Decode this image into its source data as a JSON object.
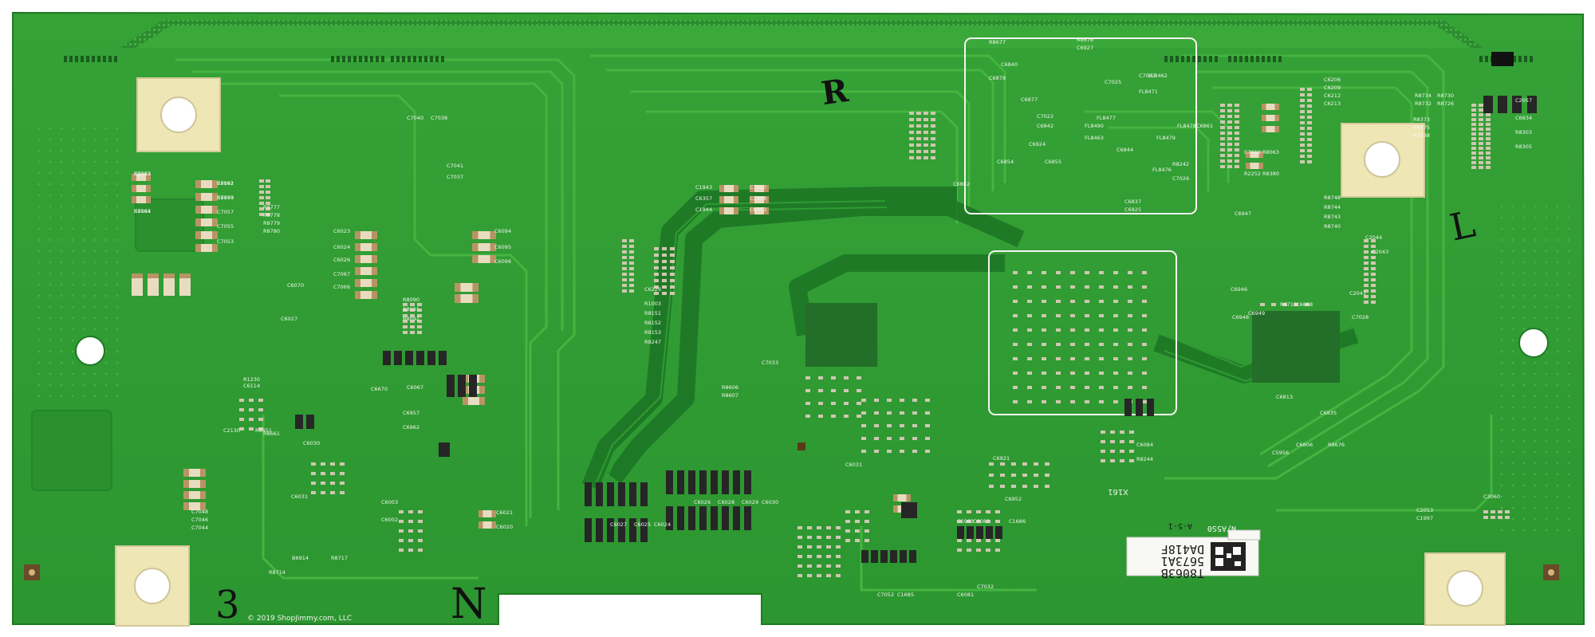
{
  "board": {
    "colors": {
      "pcb": "#2e9a31",
      "pcb_dark": "#1f7d25",
      "trace": "#3fb23c",
      "silkscreen": "#f2f5ee",
      "pad_gold": "#efe6b4",
      "smd_brown": "#b89464",
      "chip": "#262626"
    },
    "handwriting": {
      "top_mark": "R",
      "left_bottom_mark": "3",
      "bottom_mark": "N",
      "right_mark": "L"
    },
    "label": {
      "line1": "DA418F",
      "line2": "5673A1",
      "line3": "T8063B",
      "side": "N/A5S0",
      "tag": "A-5-1",
      "marker": "X161"
    },
    "copyright": "© 2019 ShopJimmy.com, LLC",
    "silk_labels": [
      {
        "id": "c7063",
        "text": "C7063"
      },
      {
        "id": "c7064",
        "text": "C7064"
      },
      {
        "id": "c7061",
        "text": "C7061"
      },
      {
        "id": "c7059",
        "text": "C7059"
      },
      {
        "id": "c7057",
        "text": "C7057"
      },
      {
        "id": "c7055",
        "text": "C7055"
      },
      {
        "id": "c7053",
        "text": "C7053"
      },
      {
        "id": "r8777",
        "text": "R8777"
      },
      {
        "id": "r8778",
        "text": "R8778"
      },
      {
        "id": "r8779",
        "text": "R8779"
      },
      {
        "id": "r8780",
        "text": "R8780"
      },
      {
        "id": "c7040",
        "text": "C7040"
      },
      {
        "id": "c7038",
        "text": "C7038"
      },
      {
        "id": "c7041",
        "text": "C7041"
      },
      {
        "id": "c7037",
        "text": "C7037"
      },
      {
        "id": "c6023",
        "text": "C6023"
      },
      {
        "id": "c6024",
        "text": "C6024"
      },
      {
        "id": "c6026",
        "text": "C6026"
      },
      {
        "id": "c7067",
        "text": "C7067"
      },
      {
        "id": "c7066",
        "text": "C7066"
      },
      {
        "id": "c6094",
        "text": "C6094"
      },
      {
        "id": "c6095",
        "text": "C6095"
      },
      {
        "id": "c6096",
        "text": "C6096"
      },
      {
        "id": "c6070",
        "text": "C6070"
      },
      {
        "id": "c6027",
        "text": "C6027"
      },
      {
        "id": "r8090",
        "text": "R8090"
      },
      {
        "id": "r8091",
        "text": "R8091"
      },
      {
        "id": "r8092",
        "text": "R8092"
      },
      {
        "id": "r1230",
        "text": "R1230"
      },
      {
        "id": "c6114",
        "text": "C6114"
      },
      {
        "id": "c2130",
        "text": "C2130"
      },
      {
        "id": "r8651",
        "text": "R8651"
      },
      {
        "id": "r8661",
        "text": "R8661"
      },
      {
        "id": "c6670",
        "text": "C6670"
      },
      {
        "id": "c6067",
        "text": "C6067"
      },
      {
        "id": "c6957",
        "text": "C6957"
      },
      {
        "id": "c6962",
        "text": "C6962"
      },
      {
        "id": "c6030",
        "text": "C6030"
      },
      {
        "id": "c6031",
        "text": "C6031"
      },
      {
        "id": "c6003",
        "text": "C6003"
      },
      {
        "id": "c6002",
        "text": "C6002"
      },
      {
        "id": "c6021",
        "text": "C6021"
      },
      {
        "id": "c6020",
        "text": "C6020"
      },
      {
        "id": "c7048",
        "text": "C7048"
      },
      {
        "id": "c7046",
        "text": "C7046"
      },
      {
        "id": "c7044",
        "text": "C7044"
      },
      {
        "id": "b6914",
        "text": "B6914"
      },
      {
        "id": "r8717",
        "text": "R8717"
      },
      {
        "id": "r8714",
        "text": "R8714"
      },
      {
        "id": "c1943",
        "text": "C1943"
      },
      {
        "id": "c6357",
        "text": "C6357"
      },
      {
        "id": "c1944",
        "text": "C1944"
      },
      {
        "id": "c7017",
        "text": "C7017"
      },
      {
        "id": "c1948",
        "text": "C1948"
      },
      {
        "id": "c6353",
        "text": "C6353"
      },
      {
        "id": "c6226",
        "text": "C6226"
      },
      {
        "id": "r1003",
        "text": "R1003"
      },
      {
        "id": "r8151",
        "text": "R8151"
      },
      {
        "id": "r8152",
        "text": "R8152"
      },
      {
        "id": "r8153",
        "text": "R8153"
      },
      {
        "id": "r8247",
        "text": "R8247"
      },
      {
        "id": "r8606",
        "text": "R8606"
      },
      {
        "id": "r8607",
        "text": "R8607"
      },
      {
        "id": "c7033",
        "text": "C7033"
      },
      {
        "id": "c6027b",
        "text": "C6027"
      },
      {
        "id": "c6025",
        "text": "C6025"
      },
      {
        "id": "c6024b",
        "text": "C6024"
      },
      {
        "id": "c6026b",
        "text": "C6026"
      },
      {
        "id": "c6028",
        "text": "C6028"
      },
      {
        "id": "c6029",
        "text": "C6029"
      },
      {
        "id": "c6030b",
        "text": "C6030"
      },
      {
        "id": "c6031b",
        "text": "C6031"
      },
      {
        "id": "c6952",
        "text": "C6952"
      },
      {
        "id": "c6921",
        "text": "C6921"
      },
      {
        "id": "c7032",
        "text": "C7032"
      },
      {
        "id": "c7052",
        "text": "C7052"
      },
      {
        "id": "c1685",
        "text": "C1685"
      },
      {
        "id": "c1686",
        "text": "C1686"
      },
      {
        "id": "c6963",
        "text": "C6963"
      },
      {
        "id": "c6082",
        "text": "C6082"
      },
      {
        "id": "c6081",
        "text": "C6081"
      },
      {
        "id": "c6084",
        "text": "C6084"
      },
      {
        "id": "r8244",
        "text": "R8244"
      },
      {
        "id": "r8242",
        "text": "R8242"
      },
      {
        "id": "c7026",
        "text": "C7026"
      },
      {
        "id": "c6844",
        "text": "C6844"
      },
      {
        "id": "c6855",
        "text": "C6855"
      },
      {
        "id": "c6854",
        "text": "C6854"
      },
      {
        "id": "c6924",
        "text": "C6924"
      },
      {
        "id": "c7022",
        "text": "C7022"
      },
      {
        "id": "c6842",
        "text": "C6842"
      },
      {
        "id": "c6877",
        "text": "C6877"
      },
      {
        "id": "c6878",
        "text": "C6878"
      },
      {
        "id": "c6840",
        "text": "C6840"
      },
      {
        "id": "c7025",
        "text": "C7025"
      },
      {
        "id": "c7027",
        "text": "C7027"
      },
      {
        "id": "fl8471",
        "text": "FL8471"
      },
      {
        "id": "fl8477",
        "text": "FL8477"
      },
      {
        "id": "fl8490",
        "text": "FL8490"
      },
      {
        "id": "fl8463",
        "text": "FL8463"
      },
      {
        "id": "fl8462",
        "text": "FL8462"
      },
      {
        "id": "fl8478",
        "text": "FL8478"
      },
      {
        "id": "fl8479",
        "text": "FL8479"
      },
      {
        "id": "fl8476",
        "text": "FL8476"
      },
      {
        "id": "c6837",
        "text": "C6837"
      },
      {
        "id": "c6925",
        "text": "C6925"
      },
      {
        "id": "c6882",
        "text": "C6882"
      },
      {
        "id": "c6861",
        "text": "C6861"
      },
      {
        "id": "r8677",
        "text": "R8677"
      },
      {
        "id": "r8676",
        "text": "R8676"
      },
      {
        "id": "c6927",
        "text": "C6927"
      },
      {
        "id": "c7019",
        "text": "C7019"
      },
      {
        "id": "r8063",
        "text": "R8063"
      },
      {
        "id": "r2252",
        "text": "R2252"
      },
      {
        "id": "r8380",
        "text": "R8380"
      },
      {
        "id": "c6947",
        "text": "C6947"
      },
      {
        "id": "c6946",
        "text": "C6946"
      },
      {
        "id": "c6949",
        "text": "C6949"
      },
      {
        "id": "c6948",
        "text": "C6948"
      },
      {
        "id": "r8713",
        "text": "R8713"
      },
      {
        "id": "c6868",
        "text": "C6868"
      },
      {
        "id": "c7028",
        "text": "C7028"
      },
      {
        "id": "c2041",
        "text": "C2041"
      },
      {
        "id": "c2043",
        "text": "C2043"
      },
      {
        "id": "c2044",
        "text": "C2044"
      },
      {
        "id": "c6813",
        "text": "C6813"
      },
      {
        "id": "c6835",
        "text": "C6835"
      },
      {
        "id": "c6806",
        "text": "C6806"
      },
      {
        "id": "r8676b",
        "text": "R8676"
      },
      {
        "id": "c5956",
        "text": "C5956"
      },
      {
        "id": "c3060",
        "text": "C3060"
      },
      {
        "id": "c2053",
        "text": "C2053"
      },
      {
        "id": "c1997",
        "text": "C1997"
      },
      {
        "id": "c2057",
        "text": "C2057"
      },
      {
        "id": "c6834",
        "text": "C6834"
      },
      {
        "id": "r8303",
        "text": "R8303"
      },
      {
        "id": "r8305",
        "text": "R8305"
      },
      {
        "id": "c6206",
        "text": "C6206"
      },
      {
        "id": "c6209",
        "text": "C6209"
      },
      {
        "id": "c6212",
        "text": "C6212"
      },
      {
        "id": "c6213",
        "text": "C6213"
      },
      {
        "id": "r8748",
        "text": "R8748"
      },
      {
        "id": "r8744",
        "text": "R8744"
      },
      {
        "id": "r8743",
        "text": "R8743"
      },
      {
        "id": "r8740",
        "text": "R8740"
      },
      {
        "id": "r8734",
        "text": "R8734"
      },
      {
        "id": "r8732",
        "text": "R8732"
      },
      {
        "id": "r8730",
        "text": "R8730"
      },
      {
        "id": "r8726",
        "text": "R8726"
      },
      {
        "id": "r8373",
        "text": "R8373"
      },
      {
        "id": "r8375",
        "text": "R8375"
      },
      {
        "id": "r8338",
        "text": "R8338"
      },
      {
        "id": "r8331",
        "text": "R8331"
      },
      {
        "id": "r8191",
        "text": "R8191"
      },
      {
        "id": "r8192",
        "text": "R8192"
      },
      {
        "id": "r8193",
        "text": "R8193"
      }
    ]
  }
}
